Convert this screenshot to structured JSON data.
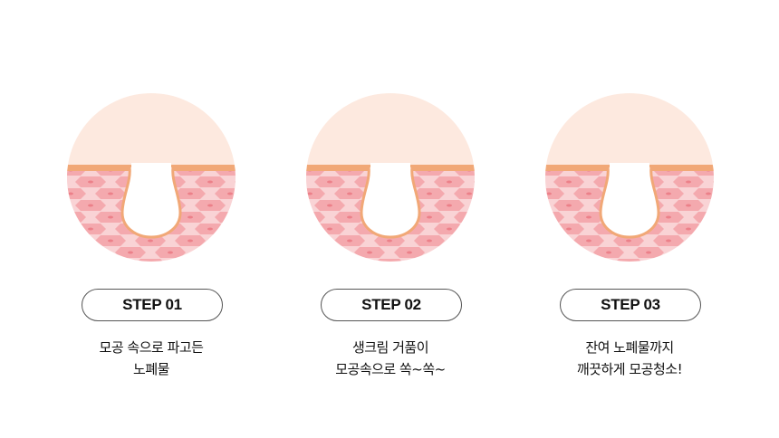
{
  "colors": {
    "skin_top": "#fde9df",
    "skin_band": "#f1a877",
    "cells_bg": "#f8cdd0",
    "cell": "#f3a5ab",
    "cell_dot": "#ec7f88"
  },
  "steps": [
    {
      "label": "STEP 01",
      "lines": [
        "모공 속으로 파고든",
        "노폐물"
      ]
    },
    {
      "label": "STEP 02",
      "lines": [
        "생크림 거품이",
        "모공속으로 쏙~쏙~"
      ]
    },
    {
      "label": "STEP 03",
      "lines": [
        "잔여 노폐물까지",
        "깨끗하게 모공청소!"
      ]
    }
  ]
}
